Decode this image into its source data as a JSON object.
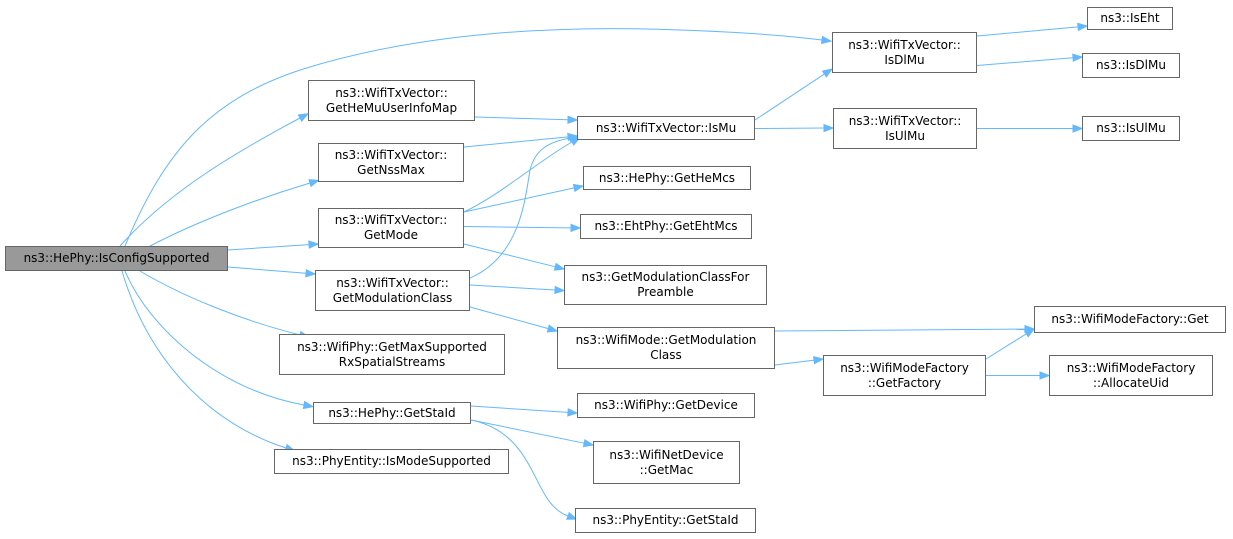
{
  "graph": {
    "edge_color": "#63b8ff",
    "node_border_color": "#666666",
    "root_fill": "#999999",
    "nodes": {
      "is_config_supported": [
        "ns3::HePhy::IsConfigSupported"
      ],
      "get_he_mu_user_info_map": [
        "ns3::WifiTxVector::",
        "GetHeMuUserInfoMap"
      ],
      "get_nss_max": [
        "ns3::WifiTxVector::",
        "GetNssMax"
      ],
      "get_mode": [
        "ns3::WifiTxVector::",
        "GetMode"
      ],
      "get_modulation_class": [
        "ns3::WifiTxVector::",
        "GetModulationClass"
      ],
      "get_max_supported_rx_spatial_streams": [
        "ns3::WifiPhy::GetMaxSupported",
        "RxSpatialStreams"
      ],
      "get_sta_id": [
        "ns3::HePhy::GetStaId"
      ],
      "is_mode_supported": [
        "ns3::PhyEntity::IsModeSupported"
      ],
      "is_mu": [
        "ns3::WifiTxVector::IsMu"
      ],
      "get_he_mcs": [
        "ns3::HePhy::GetHeMcs"
      ],
      "get_eht_mcs": [
        "ns3::EhtPhy::GetEhtMcs"
      ],
      "get_modulation_class_for_preamble": [
        "ns3::GetModulationClassFor",
        "Preamble"
      ],
      "mode_get_modulation_class": [
        "ns3::WifiMode::GetModulation",
        "Class"
      ],
      "get_device": [
        "ns3::WifiPhy::GetDevice"
      ],
      "get_mac": [
        "ns3::WifiNetDevice",
        "::GetMac"
      ],
      "phy_entity_get_sta_id": [
        "ns3::PhyEntity::GetStaId"
      ],
      "is_dl_mu_vector": [
        "ns3::WifiTxVector::",
        "IsDlMu"
      ],
      "is_ul_mu_vector": [
        "ns3::WifiTxVector::",
        "IsUlMu"
      ],
      "get_factory": [
        "ns3::WifiModeFactory",
        "::GetFactory"
      ],
      "is_eht": [
        "ns3::IsEht"
      ],
      "is_dl_mu": [
        "ns3::IsDlMu"
      ],
      "is_ul_mu": [
        "ns3::IsUlMu"
      ],
      "factory_get": [
        "ns3::WifiModeFactory::Get"
      ],
      "allocate_uid": [
        "ns3::WifiModeFactory",
        "::AllocateUid"
      ]
    },
    "edges": [
      [
        "is_config_supported",
        "is_dl_mu_vector"
      ],
      [
        "is_config_supported",
        "get_he_mu_user_info_map"
      ],
      [
        "is_config_supported",
        "get_nss_max"
      ],
      [
        "is_config_supported",
        "get_mode"
      ],
      [
        "is_config_supported",
        "get_modulation_class"
      ],
      [
        "is_config_supported",
        "get_max_supported_rx_spatial_streams"
      ],
      [
        "is_config_supported",
        "get_sta_id"
      ],
      [
        "is_config_supported",
        "is_mode_supported"
      ],
      [
        "get_he_mu_user_info_map",
        "is_mu"
      ],
      [
        "get_nss_max",
        "is_mu"
      ],
      [
        "get_mode",
        "is_mu"
      ],
      [
        "get_mode",
        "get_he_mcs"
      ],
      [
        "get_mode",
        "get_eht_mcs"
      ],
      [
        "get_mode",
        "get_modulation_class_for_preamble"
      ],
      [
        "get_modulation_class",
        "is_mu"
      ],
      [
        "get_modulation_class",
        "get_modulation_class_for_preamble"
      ],
      [
        "get_modulation_class",
        "mode_get_modulation_class"
      ],
      [
        "get_sta_id",
        "get_device"
      ],
      [
        "get_sta_id",
        "get_mac"
      ],
      [
        "get_sta_id",
        "phy_entity_get_sta_id"
      ],
      [
        "is_mu",
        "is_dl_mu_vector"
      ],
      [
        "is_mu",
        "is_ul_mu_vector"
      ],
      [
        "mode_get_modulation_class",
        "factory_get"
      ],
      [
        "mode_get_modulation_class",
        "get_factory"
      ],
      [
        "is_dl_mu_vector",
        "is_eht"
      ],
      [
        "is_dl_mu_vector",
        "is_dl_mu"
      ],
      [
        "is_ul_mu_vector",
        "is_ul_mu"
      ],
      [
        "get_factory",
        "factory_get"
      ],
      [
        "get_factory",
        "allocate_uid"
      ]
    ]
  }
}
